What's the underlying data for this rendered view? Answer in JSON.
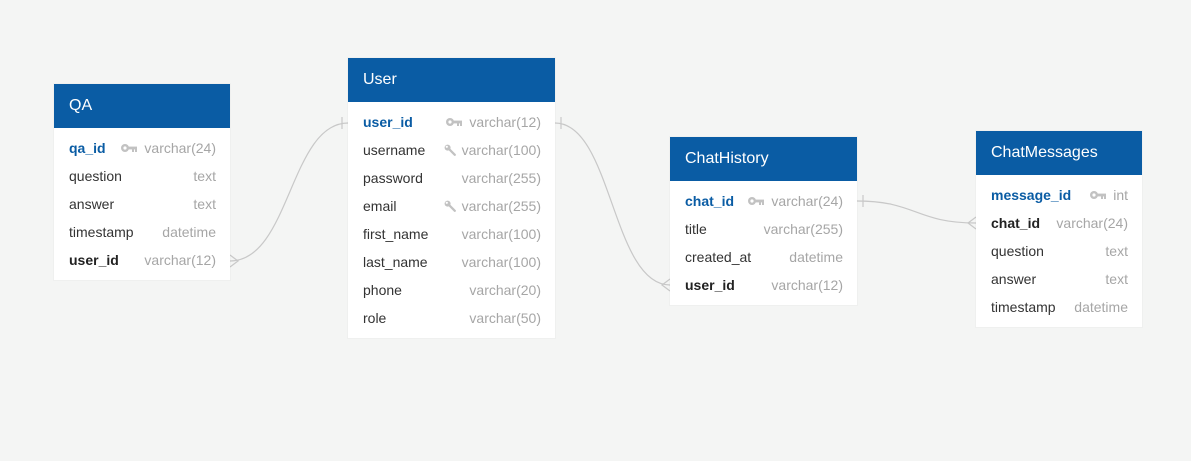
{
  "tables": [
    {
      "name": "QA",
      "fields": [
        {
          "name": "qa_id",
          "type": "varchar(24)",
          "key": "pk",
          "icon": "key-icon"
        },
        {
          "name": "question",
          "type": "text",
          "key": "",
          "icon": ""
        },
        {
          "name": "answer",
          "type": "text",
          "key": "",
          "icon": ""
        },
        {
          "name": "timestamp",
          "type": "datetime",
          "key": "",
          "icon": ""
        },
        {
          "name": "user_id",
          "type": "varchar(12)",
          "key": "fk",
          "icon": ""
        }
      ]
    },
    {
      "name": "User",
      "fields": [
        {
          "name": "user_id",
          "type": "varchar(12)",
          "key": "pk",
          "icon": "key-icon"
        },
        {
          "name": "username",
          "type": "varchar(100)",
          "key": "",
          "icon": "wrench-icon"
        },
        {
          "name": "password",
          "type": "varchar(255)",
          "key": "",
          "icon": ""
        },
        {
          "name": "email",
          "type": "varchar(255)",
          "key": "",
          "icon": "wrench-icon"
        },
        {
          "name": "first_name",
          "type": "varchar(100)",
          "key": "",
          "icon": ""
        },
        {
          "name": "last_name",
          "type": "varchar(100)",
          "key": "",
          "icon": ""
        },
        {
          "name": "phone",
          "type": "varchar(20)",
          "key": "",
          "icon": ""
        },
        {
          "name": "role",
          "type": "varchar(50)",
          "key": "",
          "icon": ""
        }
      ]
    },
    {
      "name": "ChatHistory",
      "fields": [
        {
          "name": "chat_id",
          "type": "varchar(24)",
          "key": "pk",
          "icon": "key-icon"
        },
        {
          "name": "title",
          "type": "varchar(255)",
          "key": "",
          "icon": ""
        },
        {
          "name": "created_at",
          "type": "datetime",
          "key": "",
          "icon": ""
        },
        {
          "name": "user_id",
          "type": "varchar(12)",
          "key": "fk",
          "icon": ""
        }
      ]
    },
    {
      "name": "ChatMessages",
      "fields": [
        {
          "name": "message_id",
          "type": "int",
          "key": "pk",
          "icon": "key-icon"
        },
        {
          "name": "chat_id",
          "type": "varchar(24)",
          "key": "fk",
          "icon": ""
        },
        {
          "name": "question",
          "type": "text",
          "key": "",
          "icon": ""
        },
        {
          "name": "answer",
          "type": "text",
          "key": "",
          "icon": ""
        },
        {
          "name": "timestamp",
          "type": "datetime",
          "key": "",
          "icon": ""
        }
      ]
    }
  ],
  "relationships": [
    {
      "from": "QA.user_id",
      "to": "User.user_id",
      "cardinality": "many-to-one"
    },
    {
      "from": "ChatHistory.user_id",
      "to": "User.user_id",
      "cardinality": "many-to-one"
    },
    {
      "from": "ChatMessages.chat_id",
      "to": "ChatHistory.chat_id",
      "cardinality": "many-to-one"
    }
  ],
  "colors": {
    "header": "#0a5ca4",
    "primary_key": "#0a5ca4",
    "type_text": "#a6a6a6",
    "background": "#f4f5f4",
    "connector": "#c8c8c8"
  }
}
